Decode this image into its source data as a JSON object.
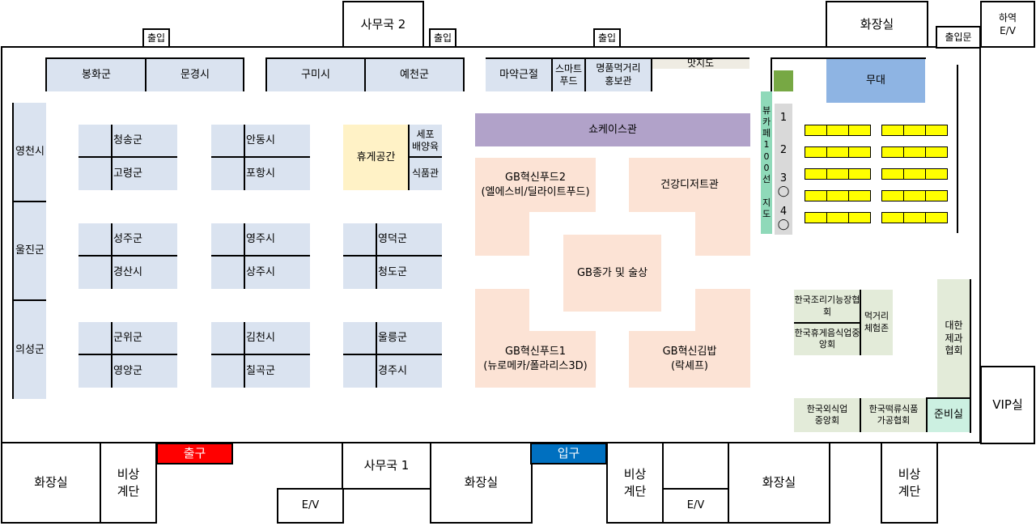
{
  "rooms": {
    "office2": "사무국 2",
    "office1": "사무국 1",
    "restroom_top": "화장실",
    "restroom_b1": "화장실",
    "restroom_b2": "화장실",
    "restroom_b3": "화장실",
    "station_ev": "하역\nE/V",
    "access_door": "출입문",
    "vip": "VIP실",
    "emergency_stairs_1": "비상\n계단",
    "emergency_stairs_2": "비상\n계단",
    "emergency_stairs_3": "비상\n계단",
    "ev_1": "E/V",
    "ev_2": "E/V"
  },
  "doors": {
    "entry_1": "출입",
    "entry_2": "출입",
    "entry_3": "출입",
    "exit": "출구",
    "entrance": "입구"
  },
  "colors": {
    "exit": "#ff0000",
    "entrance": "#0070c0",
    "county_booth": "#dae3f0",
    "rest_area": "#fff2c6",
    "showcase": "#b1a2c9",
    "food_zone": "#fce3d5",
    "stage": "#8eb4e3",
    "seats": "#ffff00",
    "map_100": "#8fd9b9",
    "association": "#e3ebd9",
    "prep_room": "#ccf0e1"
  },
  "top_booths": [
    "봉화군",
    "문경시",
    "구미시",
    "예천군"
  ],
  "left_booths": [
    "영천시",
    "울진군",
    "의성군"
  ],
  "grid_booths": {
    "col1": [
      "청송군",
      "고령군",
      "성주군",
      "경산시",
      "군위군",
      "영양군"
    ],
    "col2": [
      "안동시",
      "포항시",
      "영주시",
      "상주시",
      "김천시",
      "칠곡군"
    ],
    "col3": [
      "영덕군",
      "청도군",
      "울릉군",
      "경주시"
    ]
  },
  "rest_area": "휴게공간",
  "sepo": "세포\n배양육",
  "food_hall": "식품관",
  "top_center": {
    "majak": "마약근절",
    "smart": "스마트\n푸드",
    "myeongpum": "명품먹거리\n홍보관",
    "matjido": "맛지도"
  },
  "showcase": "쇼케이스관",
  "zones": {
    "gb2": "GB혁신푸드2\n(엘에스비/딜라이트푸드)",
    "health": "건강디저트관",
    "center": "GB종가 및 술상",
    "gb1": "GB혁신푸드1\n(뉴로메카/폴라리스3D)",
    "gimbap": "GB혁신김밥\n(락셰프)"
  },
  "stage": "무대",
  "map_100": "뷰\n카\n페\n1\n0\n0\n선\n\n지\n도",
  "numbered": [
    "1",
    "2",
    "3\n◯",
    "4\n◯"
  ],
  "associations": {
    "cooking": "한국조리기능장협\n회",
    "restaurant": "한국휴게음식업중\n앙회",
    "experience": "먹거리\n체험존",
    "daehan": "대한\n제과\n협회",
    "foreign": "한국외식업\n중앙회",
    "tteok": "한국떡류식품\n가공협회",
    "prep": "준비실"
  }
}
